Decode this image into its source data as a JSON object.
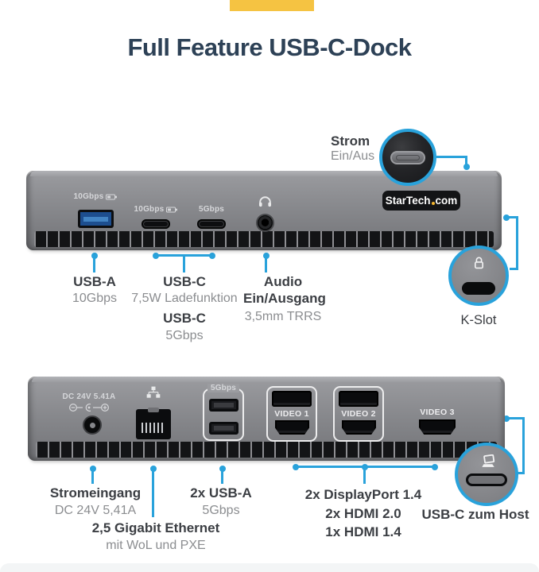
{
  "colors": {
    "accent_blue": "#29a2db",
    "accent_yellow": "#f5c342",
    "title_navy": "#2d4156",
    "label_dark": "#3b3e43",
    "label_gray": "#8b8d90",
    "device_gray": "#8a8b8f",
    "logo_dot_yellow": "#f5b62e"
  },
  "header": {
    "title": "Full Feature USB-C-Dock"
  },
  "front_view": {
    "power_callout": {
      "title": "Strom",
      "subtitle": "Ein/Aus"
    },
    "device": {
      "usba_badge": "10Gbps",
      "usbc1_badge": "10Gbps",
      "usbc2_badge": "5Gbps",
      "logo_main": "StarTech",
      "logo_suffix": "com"
    },
    "kslot": {
      "label": "K-Slot"
    },
    "port_labels": {
      "usba": {
        "title": "USB-A",
        "sub": "10Gbps"
      },
      "usbc": {
        "title": "USB-C",
        "sub": "7,5W Ladefunktion",
        "title2": "USB-C",
        "sub2": "5Gbps"
      },
      "audio": {
        "title": "Audio",
        "title2": "Ein/Ausgang",
        "sub": "3,5mm TRRS"
      }
    }
  },
  "back_view": {
    "device": {
      "dc_label": "DC 24V 5.41A",
      "usba_badge": "5Gbps",
      "video1_label": "VIDEO 1",
      "video2_label": "VIDEO 2",
      "video3_label": "VIDEO 3"
    },
    "port_labels": {
      "power": {
        "title": "Stromeingang",
        "sub": "DC 24V 5,41A"
      },
      "ethernet": {
        "title": "2,5 Gigabit Ethernet",
        "sub": "mit WoL und PXE"
      },
      "usba": {
        "title": "2x USB-A",
        "sub": "5Gbps"
      },
      "video": {
        "line1": "2x DisplayPort 1.4",
        "line2": "2x HDMI 2.0",
        "line3": "1x HDMI 1.4"
      },
      "host": {
        "label": "USB-C zum Host"
      }
    }
  },
  "icons": {
    "power-button-icon": "oval power button (photo callout)",
    "lock-icon": "kensington padlock outline",
    "laptop-icon": "host laptop glyph",
    "headphones-icon": "headset glyph",
    "ethernet-icon": "network-tree glyph",
    "battery-icon": "battery fast-charge glyph",
    "polarity-icon": "center-positive DC polarity glyph"
  }
}
